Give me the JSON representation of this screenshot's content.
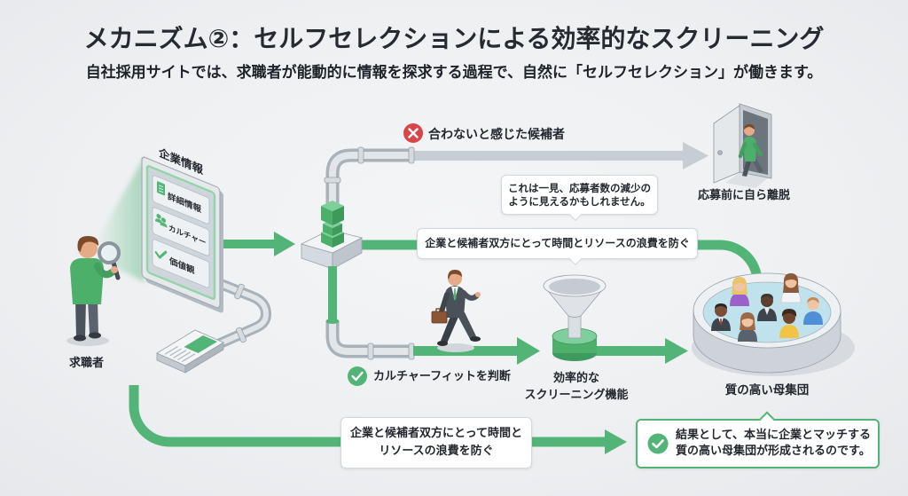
{
  "header": {
    "title": "メカニズム②：セルフセレクションによる効率的なスクリーニング",
    "subtitle": "自社採用サイトでは、求職者が能動的に情報を探求する過程で、自然に「セルフセレクション」が働きます。"
  },
  "seeker": {
    "label": "求職者",
    "icon": "magnifying-glass-icon"
  },
  "company_info": {
    "title": "企業情報",
    "items": [
      {
        "icon": "document-icon",
        "label": "詳細情報"
      },
      {
        "icon": "people-icon",
        "label": "カルチャー"
      },
      {
        "icon": "check-icon",
        "label": "価値観"
      }
    ]
  },
  "mismatch_path": {
    "icon": "x-circle-icon",
    "label": "合わないと感じた候補者",
    "outcome": "応募前に自ら離脱"
  },
  "callouts": {
    "applicant_decrease": [
      "これは一見、応募者数の減少の",
      "ように見えるかもしれません。"
    ],
    "waste_prevention": "企業と候補者双方にとって時間とリソースの浪費を防ぐ"
  },
  "fit_path": {
    "icon": "check-circle-icon",
    "label": "カルチャーフィットを判断"
  },
  "screening": {
    "label_lines": [
      "効率的な",
      "スクリーニング機能"
    ]
  },
  "talent_pool": {
    "label": "質の高い母集団"
  },
  "bottom_flow": {
    "waste_prevention_lines": [
      "企業と候補者双方にとって時間と",
      "リソースの浪費を防ぐ"
    ],
    "result_icon": "check-circle-icon",
    "result_lines": [
      "結果として、本当に企業とマッチする",
      "質の高い母集団が形成されるのです。"
    ]
  },
  "colors": {
    "accent_green": "#52b577",
    "mismatch_red": "#d9464a",
    "mismatch_arrow_gray": "#c8cdd3",
    "background": "#eceef1",
    "text": "#23272e"
  }
}
